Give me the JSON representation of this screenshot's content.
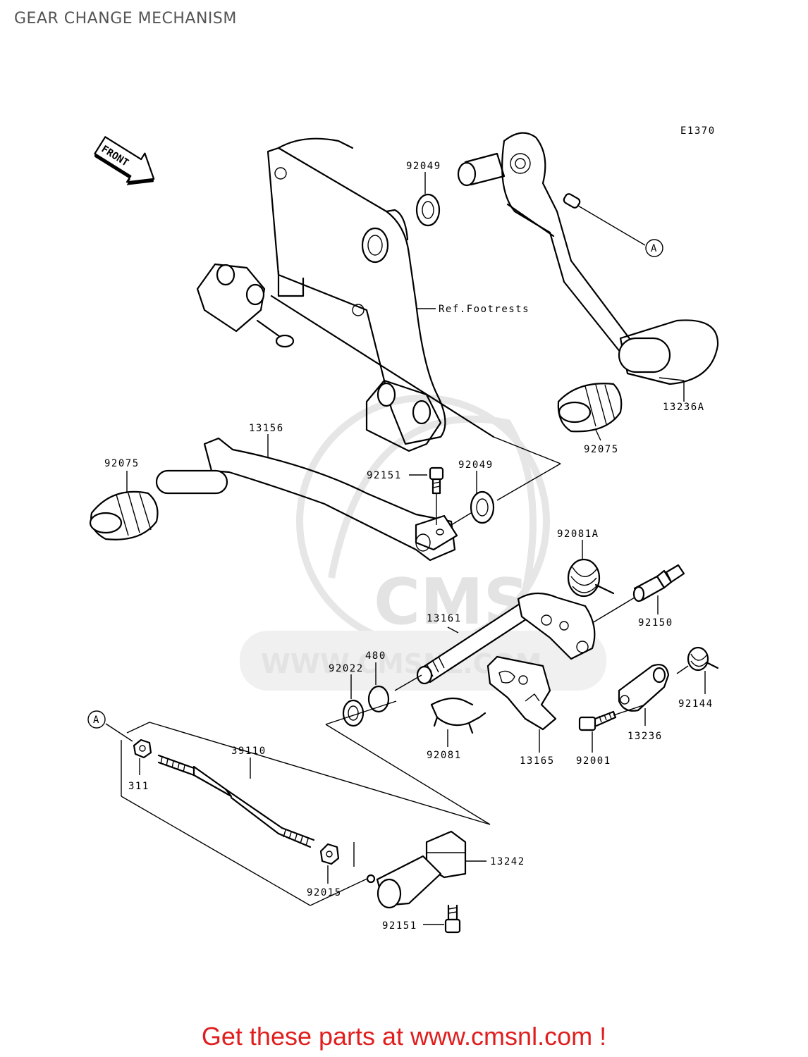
{
  "title": "GEAR CHANGE MECHANISM",
  "figure_code": "E1370",
  "direction_label": "FRONT",
  "ref_note": "Ref.Footrests",
  "ref_markers": [
    "A",
    "A"
  ],
  "part_labels": [
    "92049",
    "13236A",
    "92075",
    "13156",
    "92075",
    "92151",
    "92049",
    "92081A",
    "13161",
    "92150",
    "480",
    "92022",
    "92144",
    "13236",
    "92081",
    "13165",
    "92001",
    "39110",
    "311",
    "13242",
    "92015",
    "92151"
  ],
  "watermark": {
    "brand": "CMS",
    "url": "WWW.CMSNL.COM"
  },
  "footer": "Get these parts at www.cmsnl.com !",
  "colors": {
    "footer": "#e01e1e",
    "title": "#555555",
    "watermark": "#e3e3e3"
  }
}
